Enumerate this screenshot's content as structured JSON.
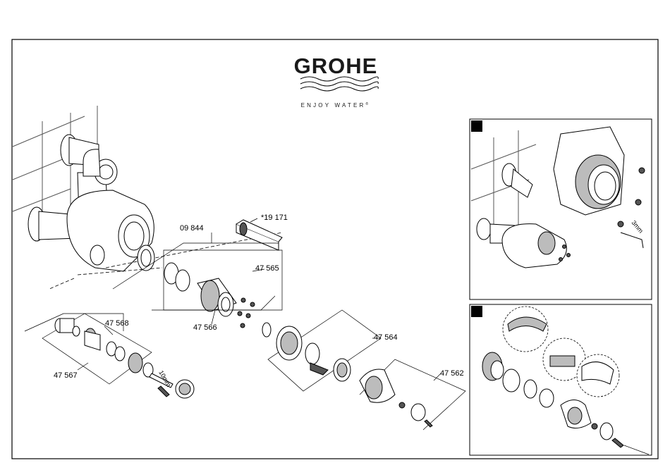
{
  "brand": {
    "name": "GROHE",
    "tagline": "ENJOY WATER",
    "trademark": "®"
  },
  "part_numbers": {
    "handle_insert": "09 844",
    "extension": "*19 171",
    "cartridge": "47 565",
    "sleeve": "47 566",
    "check_valve": "47 568",
    "stop_set": "47 567",
    "adapter": "47 564",
    "handle": "47 562"
  },
  "units": {
    "wrench_10mm": "10mm",
    "wrench_3mm": "3mm"
  },
  "detail_panels": [
    {
      "marker": "black-square",
      "content": "escutcheon-installation"
    },
    {
      "marker": "black-square",
      "content": "handle-assembly-detail"
    }
  ]
}
